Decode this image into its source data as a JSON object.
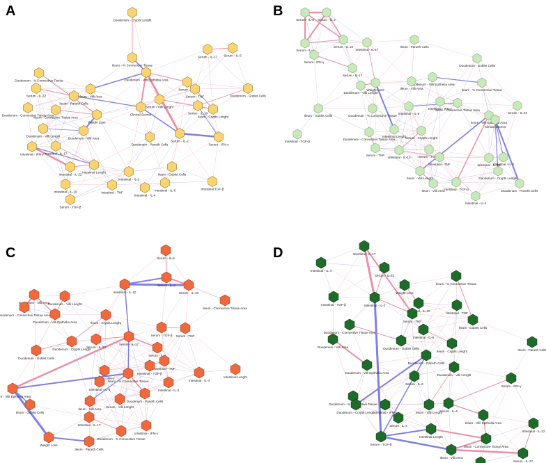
{
  "panels": [
    {
      "letter": "A",
      "node_fill": "#fad473",
      "node_stroke": "#9a7a26",
      "nodes": [
        "Duodenum - Crypts Lenght",
        "Duodenum - % Connective Tissue",
        "Ileum - % Connective Tissue",
        "Serum - IL-22",
        "Ileum - Villi Area",
        "Duodenum - Villi Epithelia Area",
        "Serum - IL-17",
        "Serum - IL-6",
        "Ileum - Paneth Cells",
        "Ileum - Connective Tissue Area",
        "Serum - IL-4",
        "Serum - TNF",
        "Duodenum - Goblet Cells",
        "Duodenum - Connective Tissue Area",
        "Weight Loss",
        "Clinical Scores",
        "Serum - Villi Lenght",
        "Ileum - Crypts Lenght",
        "Serum - IL-10",
        "Duodenum - Villi Lenght",
        "Duodenum - Villi Area",
        "Serum - IL-2",
        "Intestinal - IL-17",
        "Duodenum - Paneth Cells",
        "Serum - IFN-γ",
        "Intestinal - IFN-γ",
        "Intestinal Lenght",
        "Intestinal - IL-22",
        "Intestinal - IL-2",
        "Ileum - Goblet Cells",
        "Intestinal - IL-10",
        "Intestinal - TNF",
        "Intestinal - IL-6",
        "Intestinal - IL-4",
        "Intestinal TGF-β",
        "Serum - TGF-β"
      ]
    },
    {
      "letter": "B",
      "node_fill": "#c9e9bd",
      "node_stroke": "#7ea86f",
      "nodes": [
        "Serum - IL-6",
        "Serum - IL-2",
        "Intestinal - IL-17",
        "Ileum - Paneth Cells",
        "Serum - IL-4",
        "Serum - IL-10",
        "Serum - IFN-γ",
        "Duodenum - Goblet Cells",
        "Serum - IL-17",
        "Duodenum - Villi Epithelia Area",
        "Duodenum - Villi Lenght",
        "Weight Loss",
        "Ileum - Villi Area",
        "Ileum - % Connective Tissue",
        "Intestinal - IFN-γ",
        "Ileum - Connective Tissue Area",
        "Serum - IL-22",
        "Ileum - Goblet Cells",
        "Duodenum - % Connective Tissue",
        "Intestinal - IL-6",
        "Ileum - Villi Epithelia Area",
        "Clinical Scores",
        "Intestinal - TGF-β",
        "Intestinal Lenght",
        "Serum - Crypts Lenght",
        "Duodenum - Connective Tissue Area",
        "Serum - TNF",
        "Intestinal - IL-10",
        "Serum - TGF-β",
        "Intestinal - TNF",
        "Intestinal - IL-22",
        "Ileum - Villi Lenght",
        "Duodenum - Crypts Lenght",
        "Intestinal - IL-2",
        "Ileum - Villi Area",
        "Intestinal - TGF-β",
        "Duodenum - Paneth Cells",
        "Intestinal - IL-4"
      ]
    },
    {
      "letter": "C",
      "node_fill": "#ee6a3e",
      "node_stroke": "#a53e1c",
      "nodes": [
        "Serum - IL-6",
        "Serum - IL-2",
        "Intestinal - IL-10",
        "Serum - IL-10",
        "Duodenum - Villi Area",
        "Duodenum - Villi Lenght",
        "Ileum - Connective Tissue Area",
        "Duodenum - Connective Tissue Area",
        "Duodenum - Villi Epithelia Area",
        "Ileum - Crypts Lenght",
        "Serum - TGF-β",
        "Serum - TNF",
        "Serum - IL-22",
        "Serum - IL-17",
        "Serum - IL-4",
        "Duodenum - Crypts Lenght",
        "Intestinal - TNF",
        "Duodenum - Goblet Cells",
        "Intestinal - TGF-β",
        "Intestinal - IL-4",
        "Intestinal Lenght",
        "Serum - IFN-γ",
        "Ileum - % Connective Tissue",
        "Intestinal - IL-2",
        "Ileum - Villi Epithelia Area",
        "Intestinal - IL-6",
        "Duodenum - Paneth Cells",
        "Ileum - Villi Area",
        "Serum - Villi Lenght",
        "Ileum - Goblet Cells",
        "Intestinal - IL-17",
        "Intestinal - IFN-γ",
        "Duodenum - % Connective Tissue",
        "Weight Loss",
        "Ileum - Paneth Cells"
      ]
    },
    {
      "letter": "D",
      "node_fill": "#1e6b2a",
      "node_stroke": "#0e3d15",
      "nodes": [
        "Intestinal - IL-17",
        "Intestinal - IL-4",
        "Serum - IL-22",
        "Ileum - % Connective Tissue",
        "Weight Loss",
        "Intestinal - TGF-β",
        "Intestinal - IL-2",
        "Intestinal - IL-10",
        "Intestinal - TNF",
        "Serum - TNF",
        "Ileum - Goblet Cells",
        "Duodenum - Connective Tissue Area",
        "Intestinal - IL-6",
        "Duodenum - Villi Area",
        "Duodenum - Goblet Cells",
        "Ileum - Crypts Lenght",
        "Ileum - Paneth Cells",
        "Duodenum - Paneth Cells",
        "Duodenum - Villi Epithelia Area",
        "Duodenum - Villi Lenght",
        "Serum - IL-6",
        "Duodenum - % Connective Tissue",
        "Serum - IFN-γ",
        "Duodenum - Crypts Lenght",
        "Serum - IL-4",
        "Ileum - Villi Lenght",
        "Intestinal - IFN-γ",
        "Ileum - Villi Epithelia Area",
        "Serum - IL-4",
        "Intestinal Length",
        "Serum - TGF-β",
        "Ileum - Connective Tissue Area",
        "Intestinal - IL-22",
        "Ileum - Villi Area",
        "Serum - IL-17",
        "Serum - IL-10"
      ]
    }
  ]
}
